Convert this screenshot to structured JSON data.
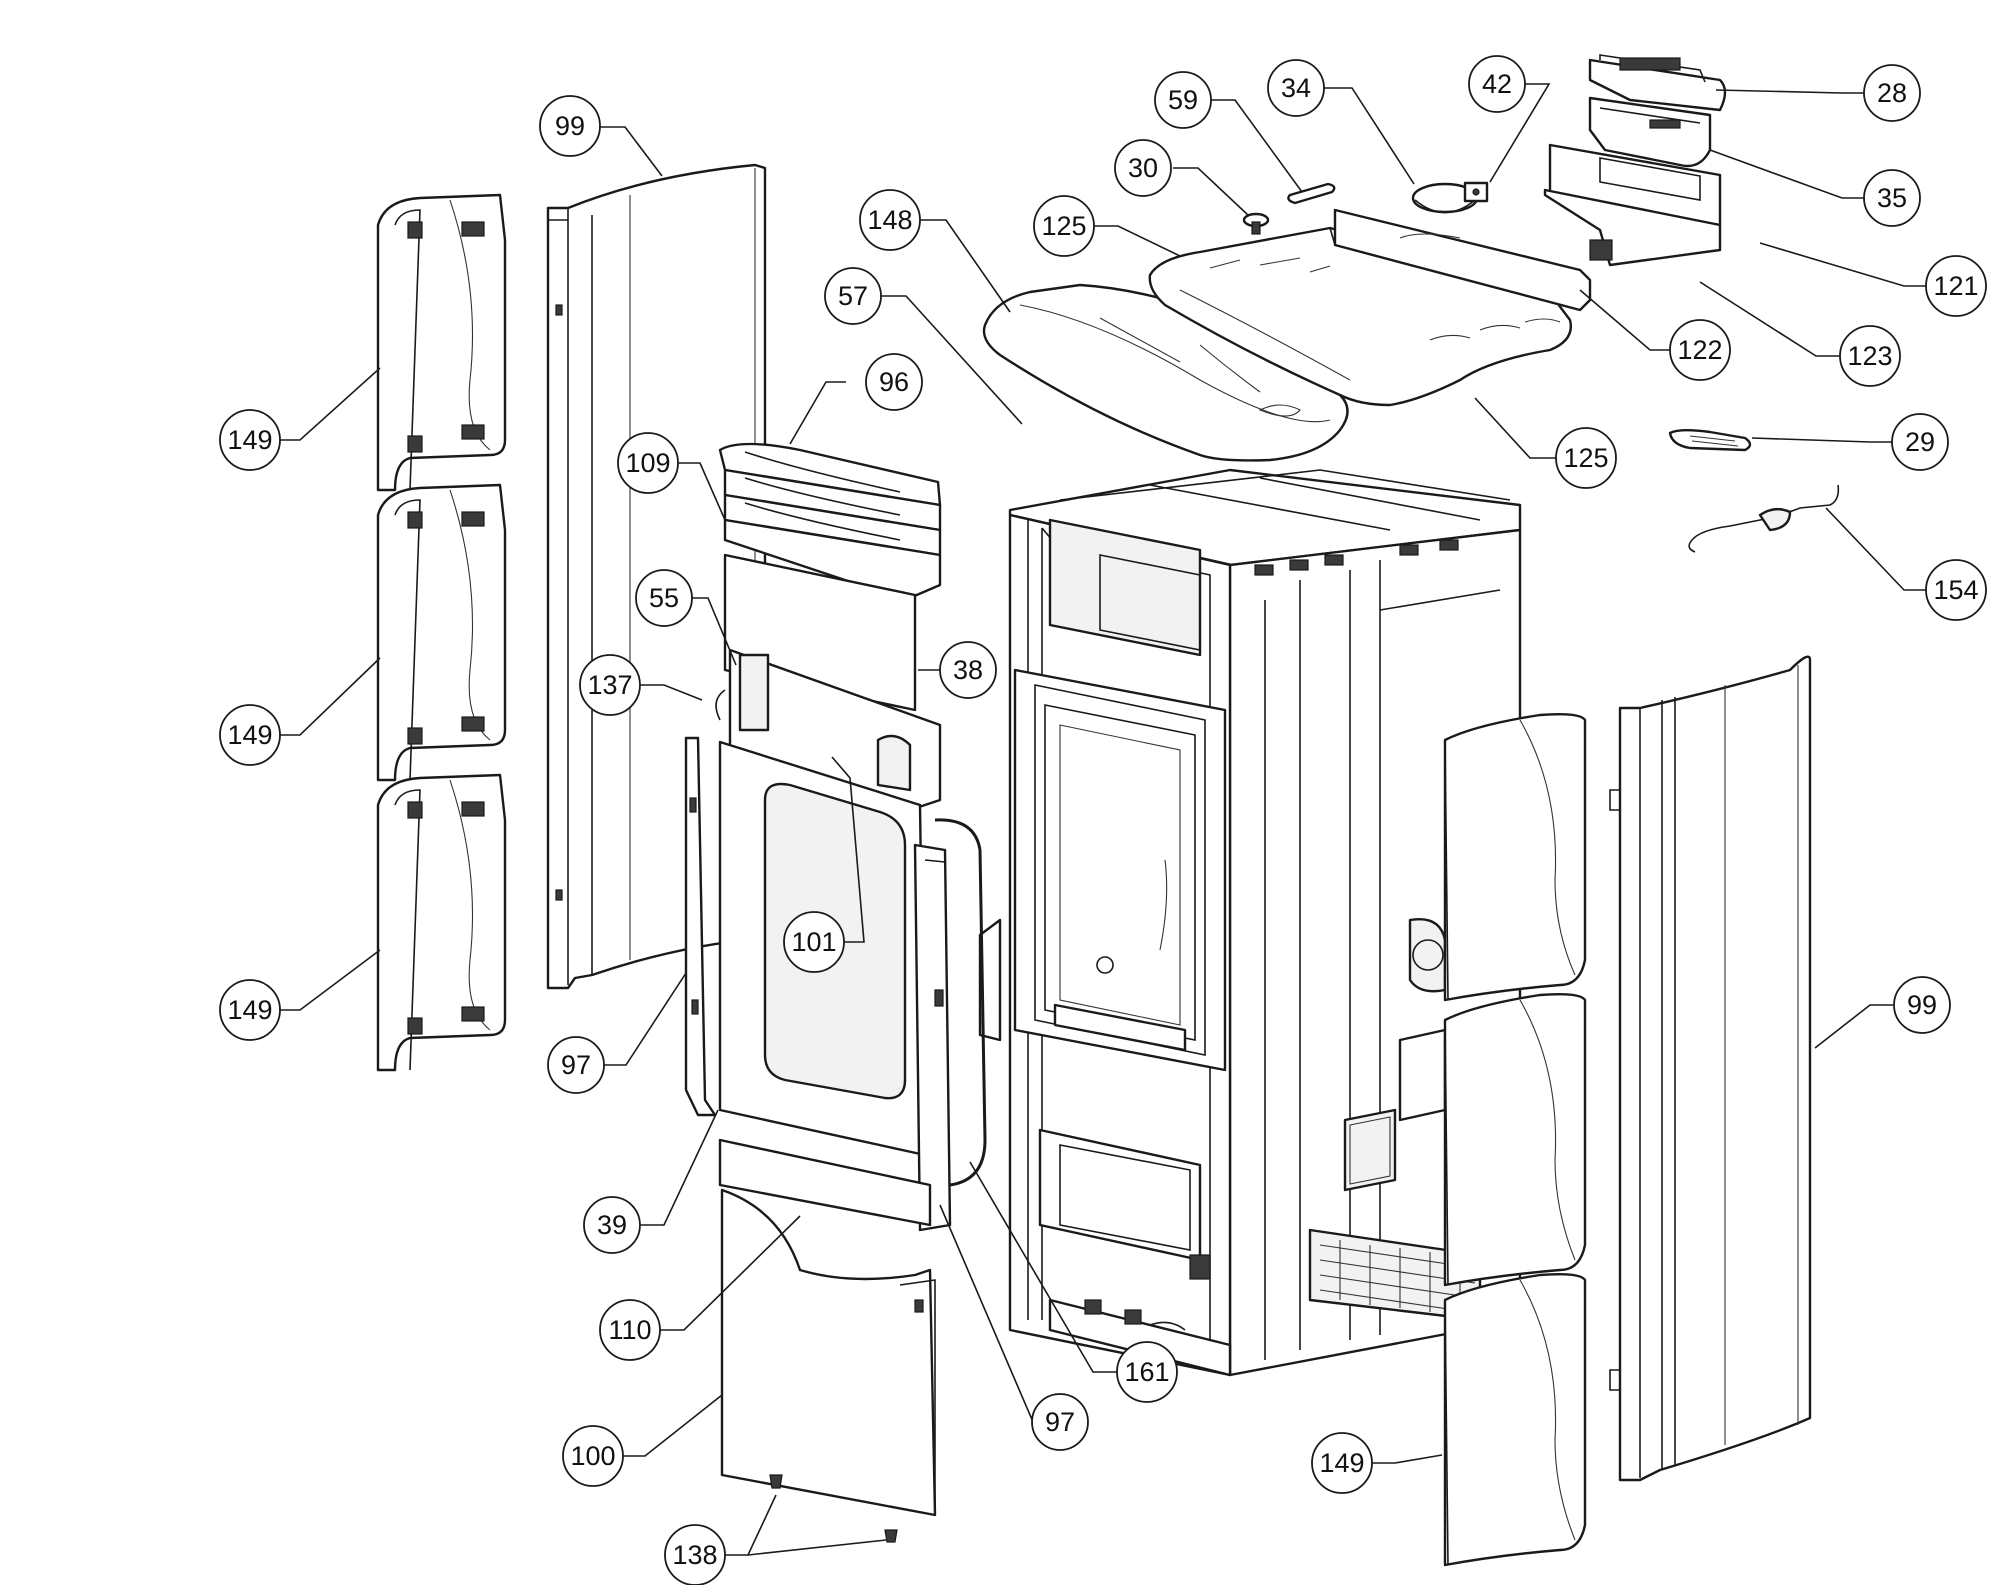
{
  "callouts": [
    {
      "id": "c99-top",
      "label": "99"
    },
    {
      "id": "c59",
      "label": "59"
    },
    {
      "id": "c34",
      "label": "34"
    },
    {
      "id": "c42",
      "label": "42"
    },
    {
      "id": "c28",
      "label": "28"
    },
    {
      "id": "c30",
      "label": "30"
    },
    {
      "id": "c35",
      "label": "35"
    },
    {
      "id": "c148",
      "label": "148"
    },
    {
      "id": "c125-top",
      "label": "125"
    },
    {
      "id": "c121",
      "label": "121"
    },
    {
      "id": "c57",
      "label": "57"
    },
    {
      "id": "c96",
      "label": "96"
    },
    {
      "id": "c122",
      "label": "122"
    },
    {
      "id": "c123",
      "label": "123"
    },
    {
      "id": "c149-a",
      "label": "149"
    },
    {
      "id": "c125-bottom",
      "label": "125"
    },
    {
      "id": "c29",
      "label": "29"
    },
    {
      "id": "c109",
      "label": "109"
    },
    {
      "id": "c154",
      "label": "154"
    },
    {
      "id": "c55",
      "label": "55"
    },
    {
      "id": "c38",
      "label": "38"
    },
    {
      "id": "c137",
      "label": "137"
    },
    {
      "id": "c149-b",
      "label": "149"
    },
    {
      "id": "c101",
      "label": "101"
    },
    {
      "id": "c99-right",
      "label": "99"
    },
    {
      "id": "c149-c",
      "label": "149"
    },
    {
      "id": "c97-left",
      "label": "97"
    },
    {
      "id": "c39",
      "label": "39"
    },
    {
      "id": "c110",
      "label": "110"
    },
    {
      "id": "c161",
      "label": "161"
    },
    {
      "id": "c97-bottom",
      "label": "97"
    },
    {
      "id": "c100",
      "label": "100"
    },
    {
      "id": "c149-d",
      "label": "149"
    },
    {
      "id": "c138",
      "label": "138"
    }
  ]
}
